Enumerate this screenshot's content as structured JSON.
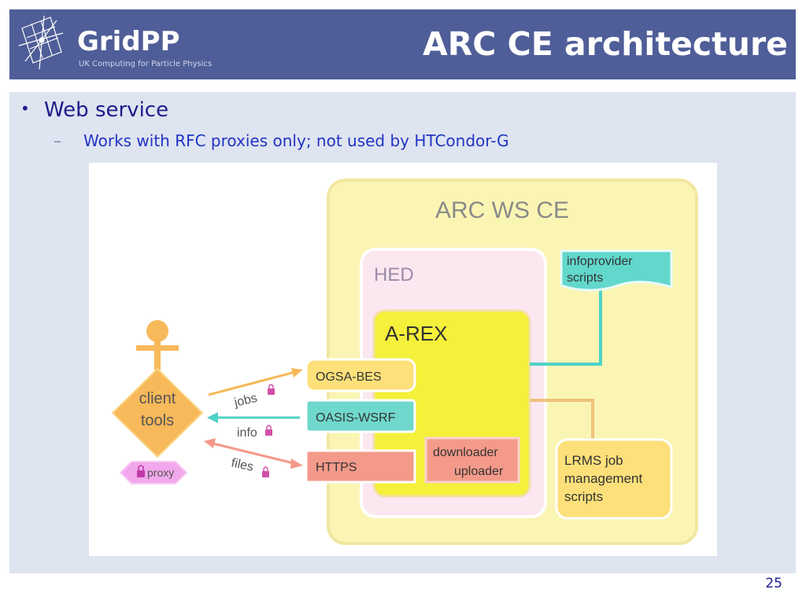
{
  "header": {
    "title": "ARC CE architecture",
    "logo_text": "GridPP",
    "logo_tagline": "UK Computing for Particle Physics"
  },
  "bullets": [
    {
      "text": "Web service",
      "sub": "Works with RFC proxies only; not used by HTCondor-G"
    }
  ],
  "diagram": {
    "arc_ws_ce": "ARC WS CE",
    "hed": "HED",
    "arex": "A-REX",
    "infoprovider_line1": "infoprovider",
    "infoprovider_line2": "scripts",
    "ogsa_bes": "OGSA-BES",
    "oasis_wsrf": "OASIS-WSRF",
    "https": "HTTPS",
    "downloader": "downloader",
    "uploader": "uploader",
    "lrms_line1": "LRMS job",
    "lrms_line2": "management",
    "lrms_line3": "scripts",
    "client_line1": "client",
    "client_line2": "tools",
    "proxy": "proxy",
    "jobs": "jobs",
    "info": "info",
    "files": "files"
  },
  "colors": {
    "header_bg": "#4f5e98",
    "content_bg": "#dee4f0",
    "title_text": "#ffffff",
    "bullet_text": "#1c1c8c",
    "sub_text": "#2233c4"
  },
  "page_number": "25"
}
